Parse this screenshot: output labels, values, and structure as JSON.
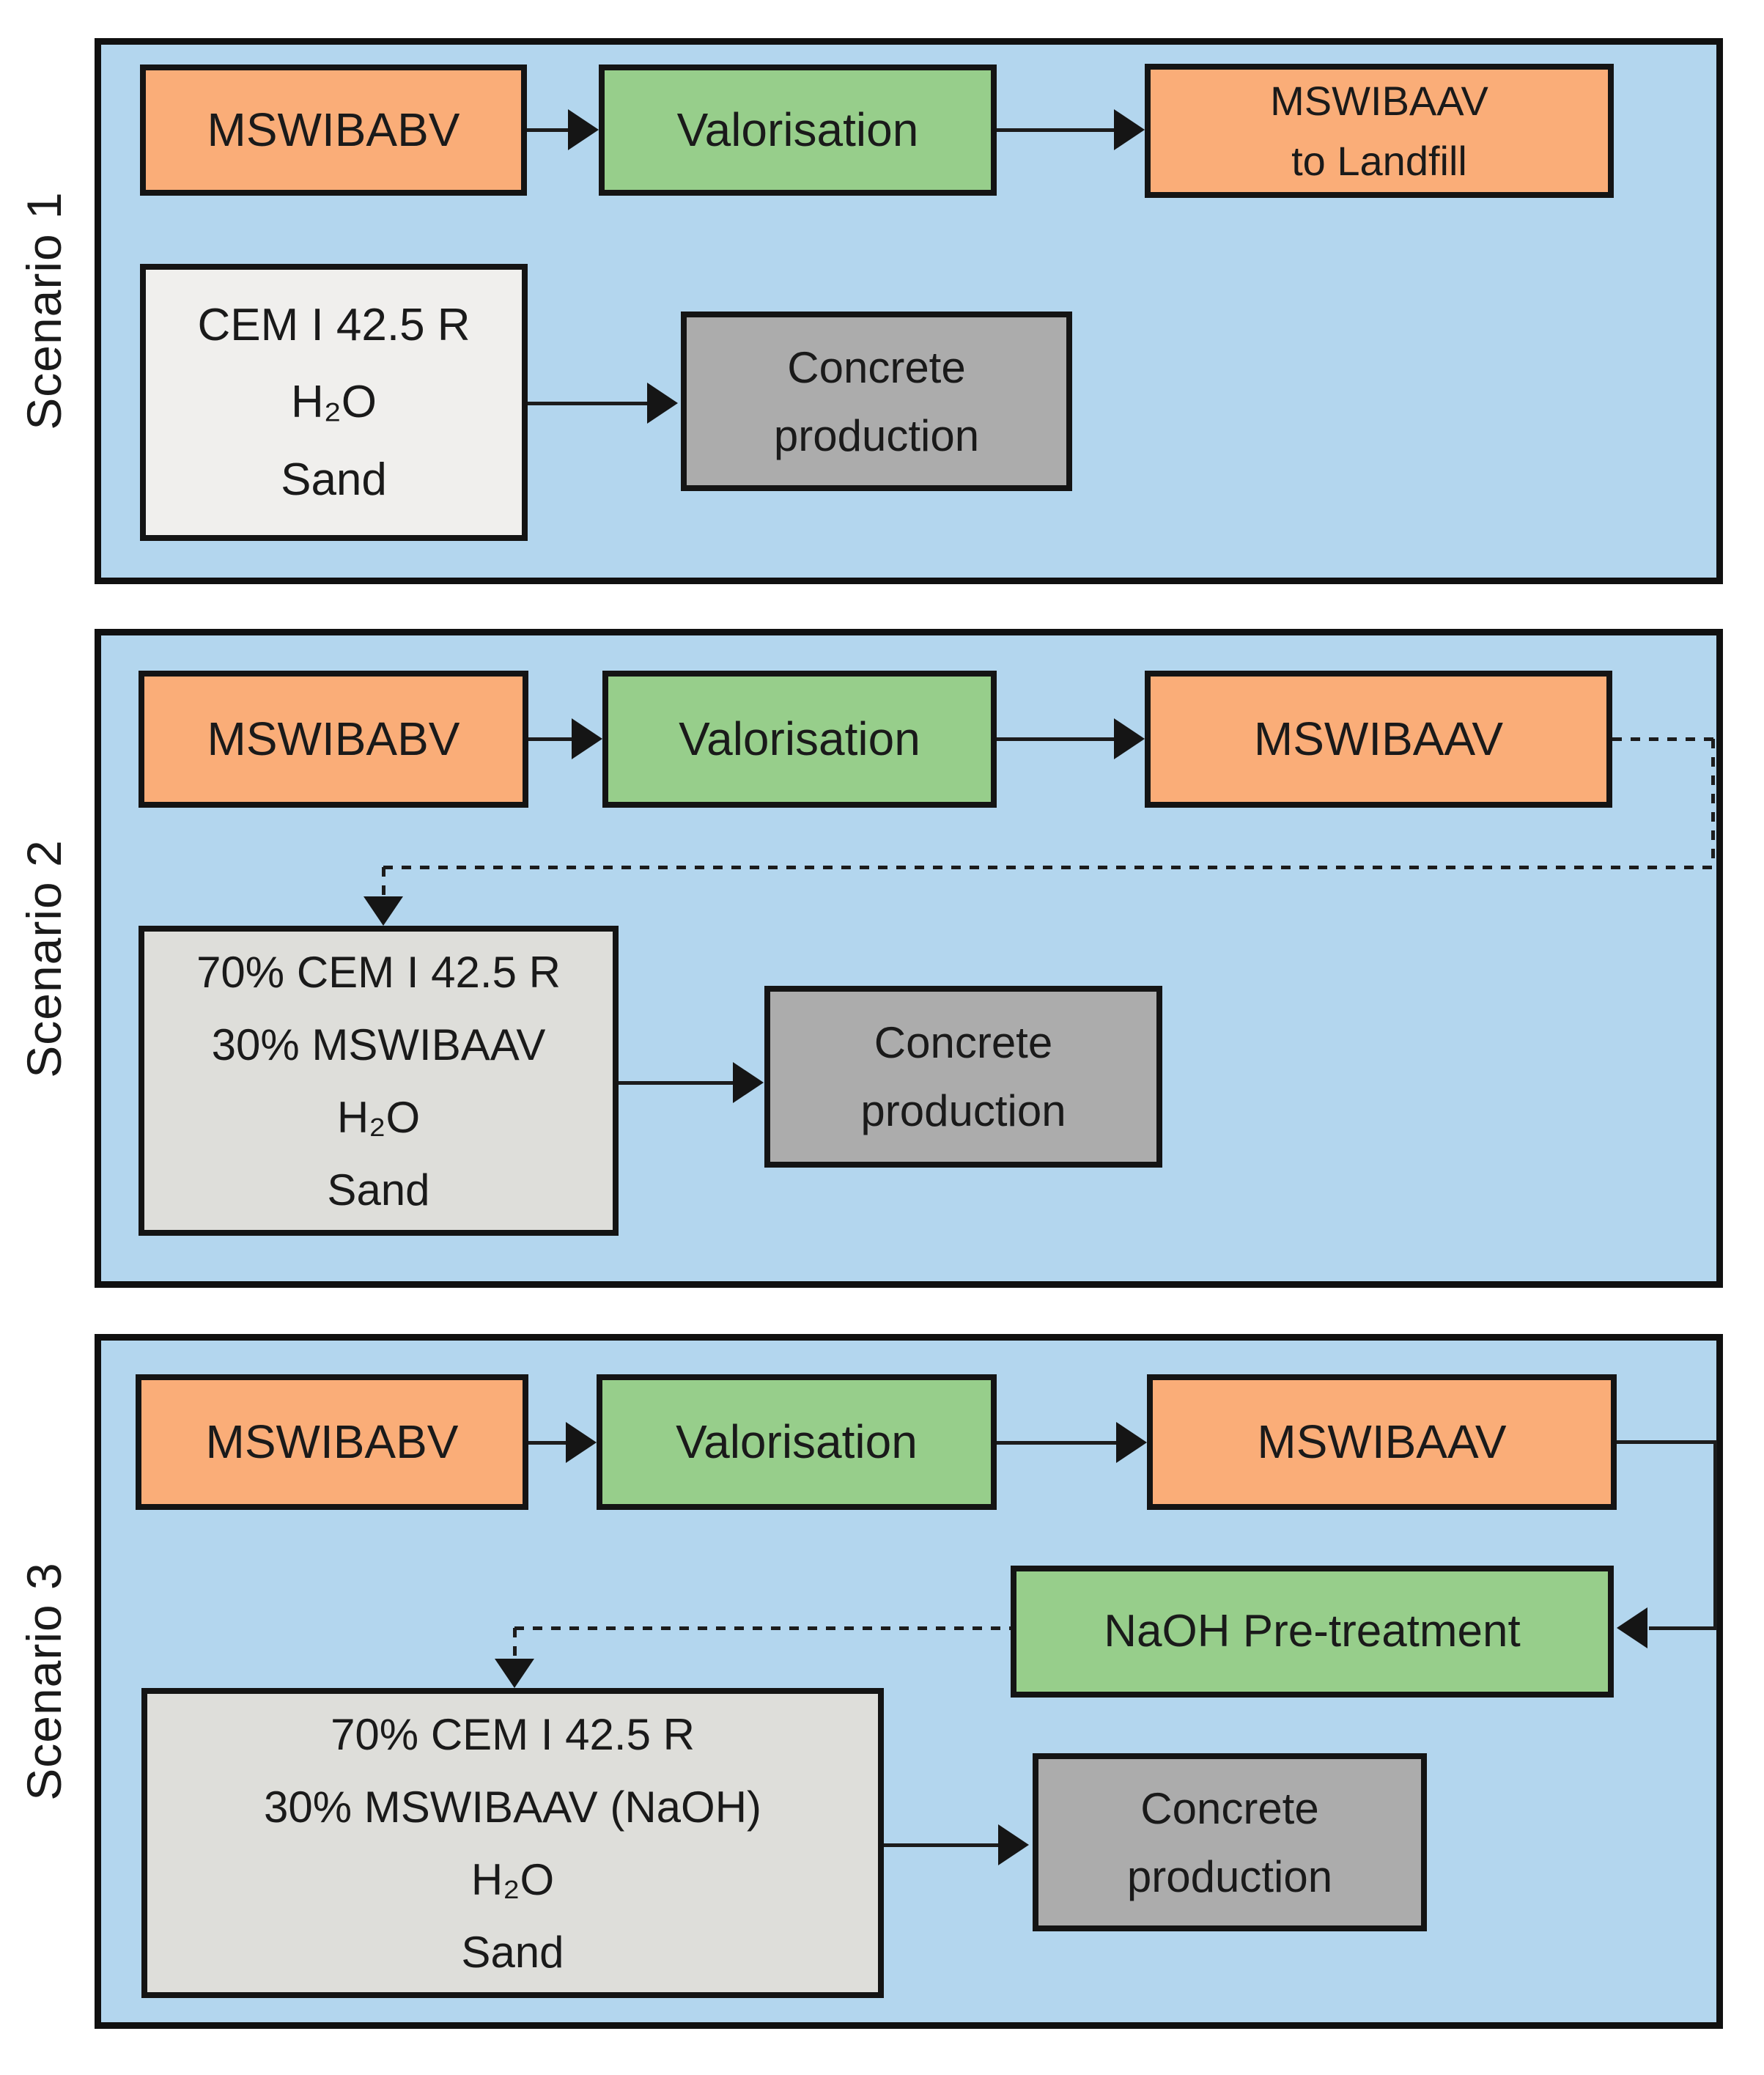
{
  "figure": {
    "type": "process-flow-diagram",
    "description": "Three scenarios for MSWI bottom ash valorisation and concrete production",
    "colors": {
      "panel_background": "#b3d6ee",
      "material_box": "#faad78",
      "process_box": "#97ce8b",
      "mix_box_scenario1": "#f0efed",
      "mix_box_scenario23": "#dededa",
      "production_box": "#acacac",
      "border": "#141414",
      "connector": "#1c1c1c"
    }
  },
  "scenarios": [
    {
      "label": "Scenario 1",
      "input": "MSWIBABV",
      "process": "Valorisation",
      "output_line1": "MSWIBAAV",
      "output_line2": "to Landfill",
      "mix": [
        "CEM I 42.5 R",
        "H₂O",
        "Sand"
      ],
      "production_line1": "Concrete",
      "production_line2": "production"
    },
    {
      "label": "Scenario 2",
      "input": "MSWIBABV",
      "process": "Valorisation",
      "output": "MSWIBAAV",
      "mix": [
        "70% CEM I 42.5 R",
        "30% MSWIBAAV",
        "H₂O",
        "Sand"
      ],
      "production_line1": "Concrete",
      "production_line2": "production"
    },
    {
      "label": "Scenario 3",
      "input": "MSWIBABV",
      "process": "Valorisation",
      "output": "MSWIBAAV",
      "pretreatment": "NaOH Pre-treatment",
      "mix": [
        "70% CEM I 42.5 R",
        "30% MSWIBAAV (NaOH)",
        "H₂O",
        "Sand"
      ],
      "production_line1": "Concrete",
      "production_line2": "production"
    }
  ]
}
